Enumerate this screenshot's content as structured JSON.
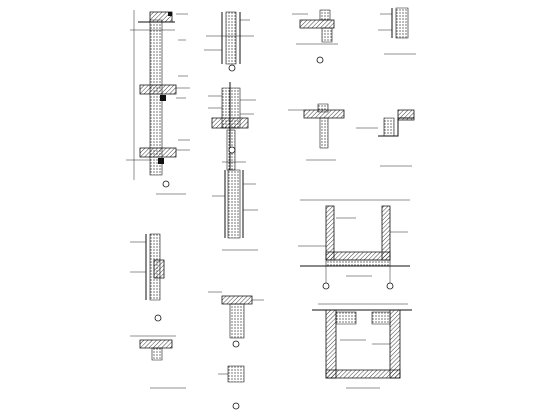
{
  "sheet": {
    "background": "#ffffff",
    "ink_color": "#111111",
    "description_free": true
  },
  "details": [
    {
      "id": "wall-column-section",
      "caption": ""
    },
    {
      "id": "pier-section-a",
      "caption": ""
    },
    {
      "id": "pier-section-b",
      "caption": ""
    },
    {
      "id": "corbel-detail-top",
      "caption": ""
    },
    {
      "id": "corbel-detail-mid",
      "caption": ""
    },
    {
      "id": "step-detail-right",
      "caption": ""
    },
    {
      "id": "slab-edge-left",
      "caption": ""
    },
    {
      "id": "tank-section-upper",
      "caption": ""
    },
    {
      "id": "tank-section-lower",
      "caption": ""
    },
    {
      "id": "wall-section-left-lower",
      "caption": ""
    },
    {
      "id": "column-cap-detail",
      "caption": ""
    }
  ]
}
